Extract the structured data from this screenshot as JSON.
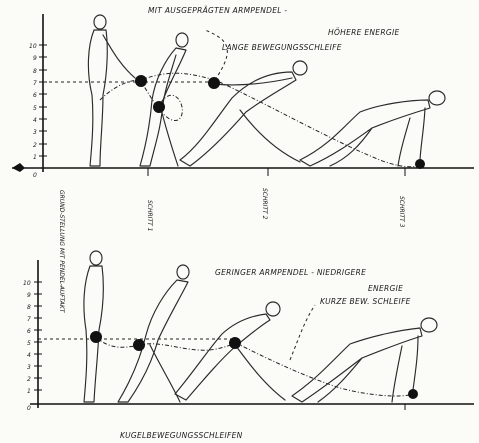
{
  "top_panel": {
    "title": "MIT AUSGEPRÄGTEN ARMPENDEL -",
    "energy_label": "HÖHERE ENERGIE",
    "loop_label": "LANGE BEWEGUNGSSCHLEIFE",
    "y_ticks": [
      "10",
      "9",
      "8",
      "7",
      "6",
      "5",
      "4",
      "3",
      "2",
      "1",
      "0"
    ],
    "step_labels": [
      "GRUND-STELLUNG MIT PENDEL-AUFTAKT",
      "SCHRITT 1",
      "SCHRITT 2",
      "SCHRITT 3"
    ]
  },
  "bottom_panel": {
    "title": "GERINGER ARMPENDEL - NIEDRIGERE",
    "energy_label": "ENERGIE",
    "loop_label": "KURZE BEW. SCHLEIFE",
    "y_ticks": [
      "10",
      "9",
      "8",
      "7",
      "6",
      "5",
      "4",
      "3",
      "2",
      "1",
      "0"
    ]
  },
  "caption": "KUGELBEWEGUNGSSCHLEIFEN"
}
